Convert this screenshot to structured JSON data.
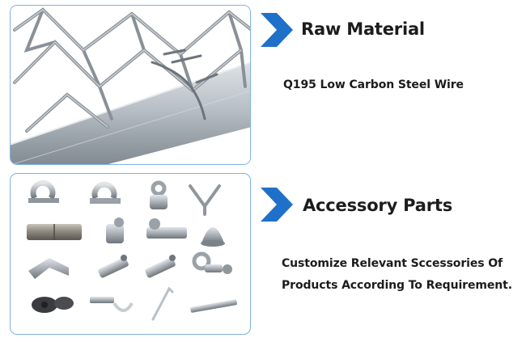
{
  "sections": [
    {
      "heading": "Raw Material",
      "description": "Q195 Low Carbon Steel Wire",
      "image": "chain-link-fence-wire-photo",
      "icon": "chevron-right-icon"
    },
    {
      "heading": "Accessory Parts",
      "description_lines": [
        "Customize Relevant Sccessories Of",
        "Products According To Requirement."
      ],
      "image": "fence-accessory-parts-photo",
      "icon": "chevron-right-icon"
    }
  ],
  "colors": {
    "accent": "#1f70c9",
    "panel_border": "#7fb3e0",
    "text": "#1c1c1c"
  }
}
